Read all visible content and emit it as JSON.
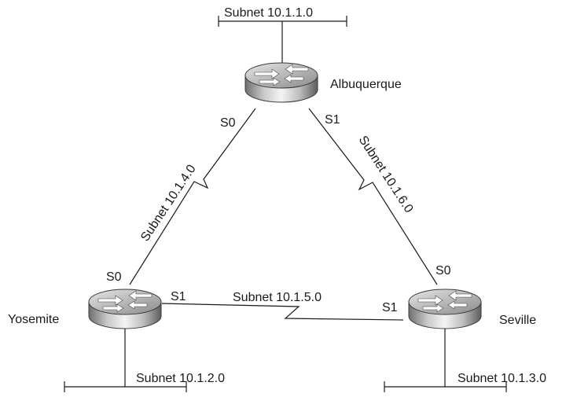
{
  "routers": {
    "albuquerque": {
      "name": "Albuquerque"
    },
    "yosemite": {
      "name": "Yosemite"
    },
    "seville": {
      "name": "Seville"
    }
  },
  "lan_subnets": {
    "albuquerque": "Subnet 10.1.1.0",
    "yosemite": "Subnet 10.1.2.0",
    "seville": "Subnet 10.1.3.0"
  },
  "wan_links": {
    "albuquerque_yosemite": "Subnet 10.1.4.0",
    "yosemite_seville": "Subnet 10.1.5.0",
    "albuquerque_seville": "Subnet 10.1.6.0"
  },
  "interfaces": {
    "albuquerque_s0": "S0",
    "albuquerque_s1": "S1",
    "yosemite_s0": "S0",
    "yosemite_s1": "S1",
    "seville_s0": "S0",
    "seville_s1": "S1"
  }
}
